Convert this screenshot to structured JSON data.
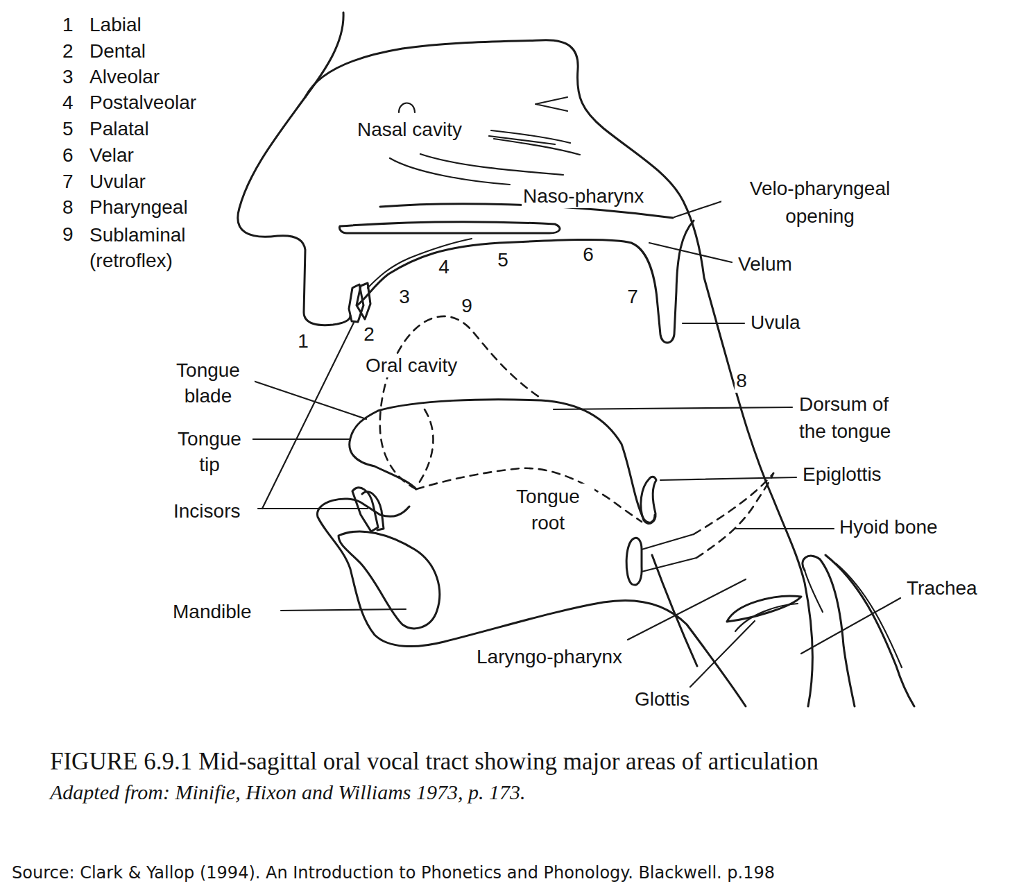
{
  "diagram": {
    "caption": "FIGURE 6.9.1 Mid-sagittal oral vocal tract showing major areas of articulation",
    "labels": [
      "1",
      "Labial",
      "2",
      "Dental",
      "3",
      "Alveolar",
      "4",
      "Postalveolar",
      "5",
      "Palatal",
      "6",
      "Velar",
      "7",
      "Uvular",
      "8",
      "Pharyngeal",
      "9",
      "Sublaminal (retroflex)",
      "Nasal cavity",
      "Naso-pharynx",
      "Velo-pharyngeal opening",
      "1",
      "2",
      "3",
      "4",
      "5",
      "6",
      "9",
      "7",
      "Velum",
      "Uvula",
      "Tongue blade",
      "Oral cavity",
      "8",
      "Dorsum of the tongue",
      "Tongue tip",
      "Epiglottis",
      "Incisors",
      "Tongue root",
      "Hyoid bone",
      "Trachea",
      "Mandible",
      "Laryngo-pharynx",
      "Glottis",
      "Adapted from: Minifie, Hixon and Williams 1973, p. 173.",
      "Source: Clark & Yallop (1994). An Introduction to Phonetics and Phonology. Blackwell. p.198"
    ]
  }
}
